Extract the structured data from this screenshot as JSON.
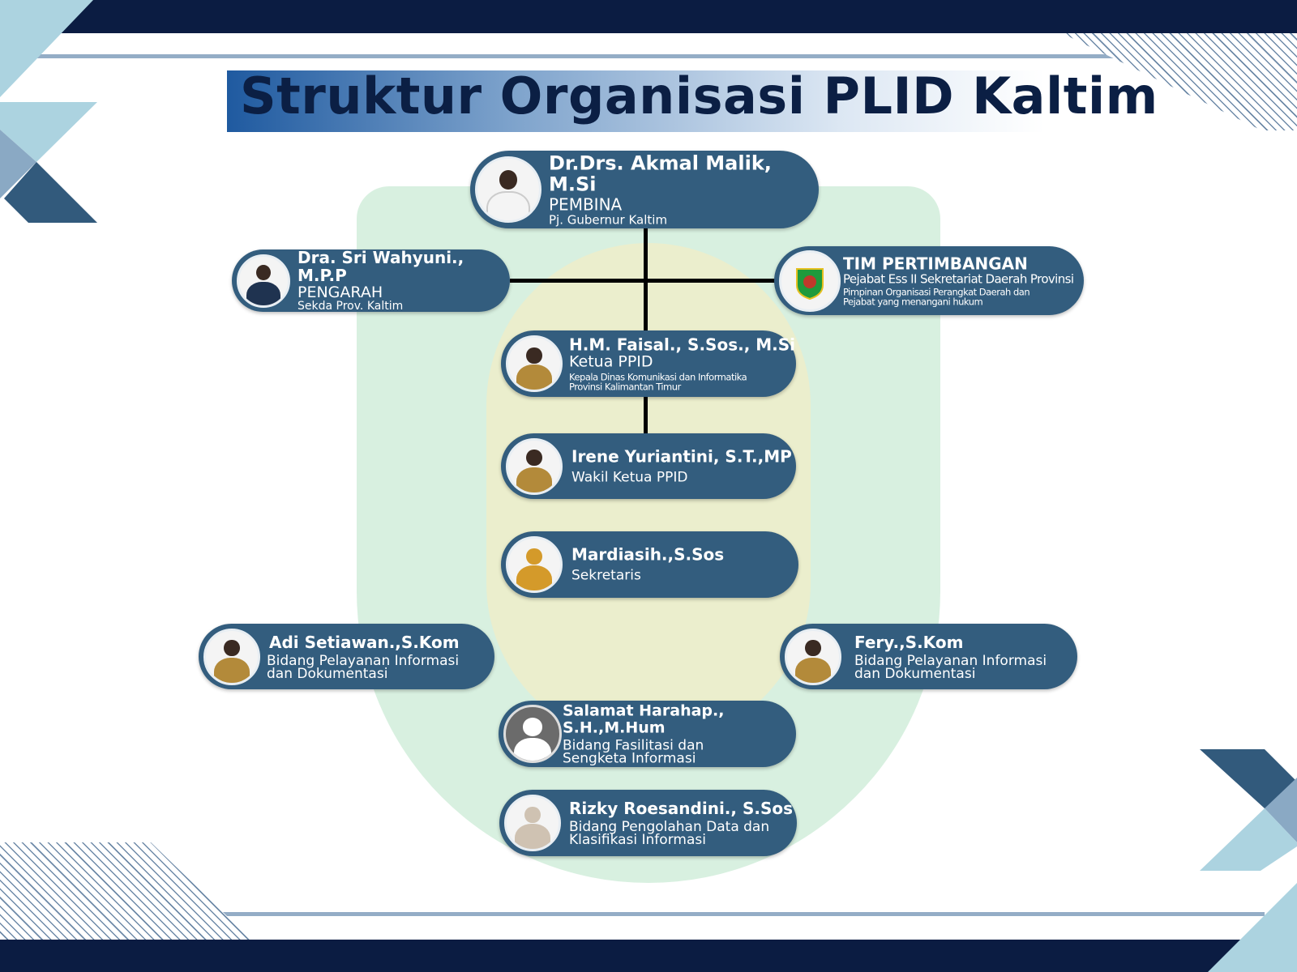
{
  "title": "Struktur Organisasi PLID Kaltim",
  "colors": {
    "card": "#335d7e",
    "navy": "#0b1c42",
    "accent": "#1f5aa0"
  },
  "pembina": {
    "name": "Dr.Drs. Akmal Malik, M.Si",
    "role": "PEMBINA",
    "desc": "Pj. Gubernur Kaltim"
  },
  "pengarah": {
    "name": "Dra. Sri Wahyuni., M.P.P",
    "role": "PENGARAH",
    "desc": "Sekda Prov. Kaltim"
  },
  "tim": {
    "name": "TIM PERTIMBANGAN",
    "role": "Pejabat Ess II Sekretariat Daerah Provinsi",
    "desc": "Pimpinan Organisasi Perangkat Daerah dan Pejabat yang menangani hukum"
  },
  "ketua": {
    "name": "H.M. Faisal., S.Sos., M.Si",
    "role": "Ketua PPID",
    "desc": "Kepala Dinas Komunikasi dan Informatika Provinsi Kalimantan Timur"
  },
  "wakil": {
    "name": "Irene Yuriantini, S.T.,MP",
    "role": "Wakil Ketua PPID"
  },
  "sekretaris": {
    "name": "Mardiasih.,S.Sos",
    "role": "Sekretaris"
  },
  "adi": {
    "name": "Adi Setiawan.,S.Kom",
    "role": "Bidang Pelayanan Informasi dan Dokumentasi"
  },
  "fery": {
    "name": "Fery.,S.Kom",
    "role": "Bidang Pelayanan Informasi dan Dokumentasi"
  },
  "salamat": {
    "name": "Salamat Harahap., S.H.,M.Hum",
    "role": "Bidang Fasilitasi dan Sengketa Informasi"
  },
  "rizky": {
    "name": "Rizky Roesandini., S.Sos",
    "role": "Bidang Pengolahan Data dan Klasifikasi Informasi"
  }
}
